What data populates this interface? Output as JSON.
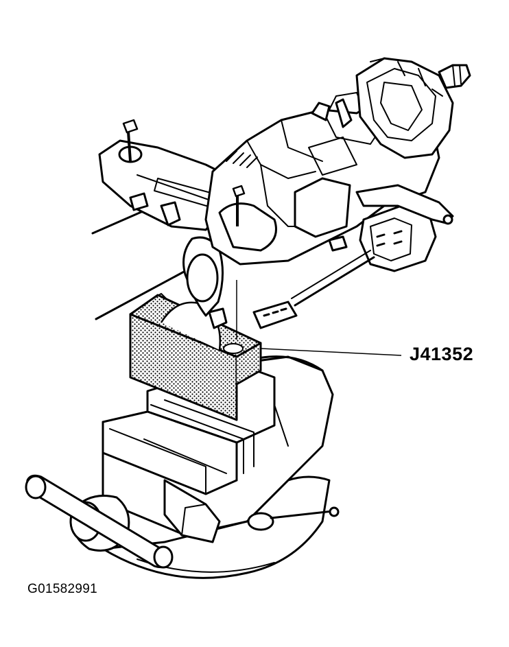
{
  "callout": {
    "tool_label": "J41352"
  },
  "figure": {
    "id": "G01582991"
  },
  "colors": {
    "ink": "#000000",
    "paper": "#ffffff"
  },
  "icons": [
    "steering-column-drawing",
    "bench-vise-drawing",
    "holding-fixture-drawing"
  ]
}
